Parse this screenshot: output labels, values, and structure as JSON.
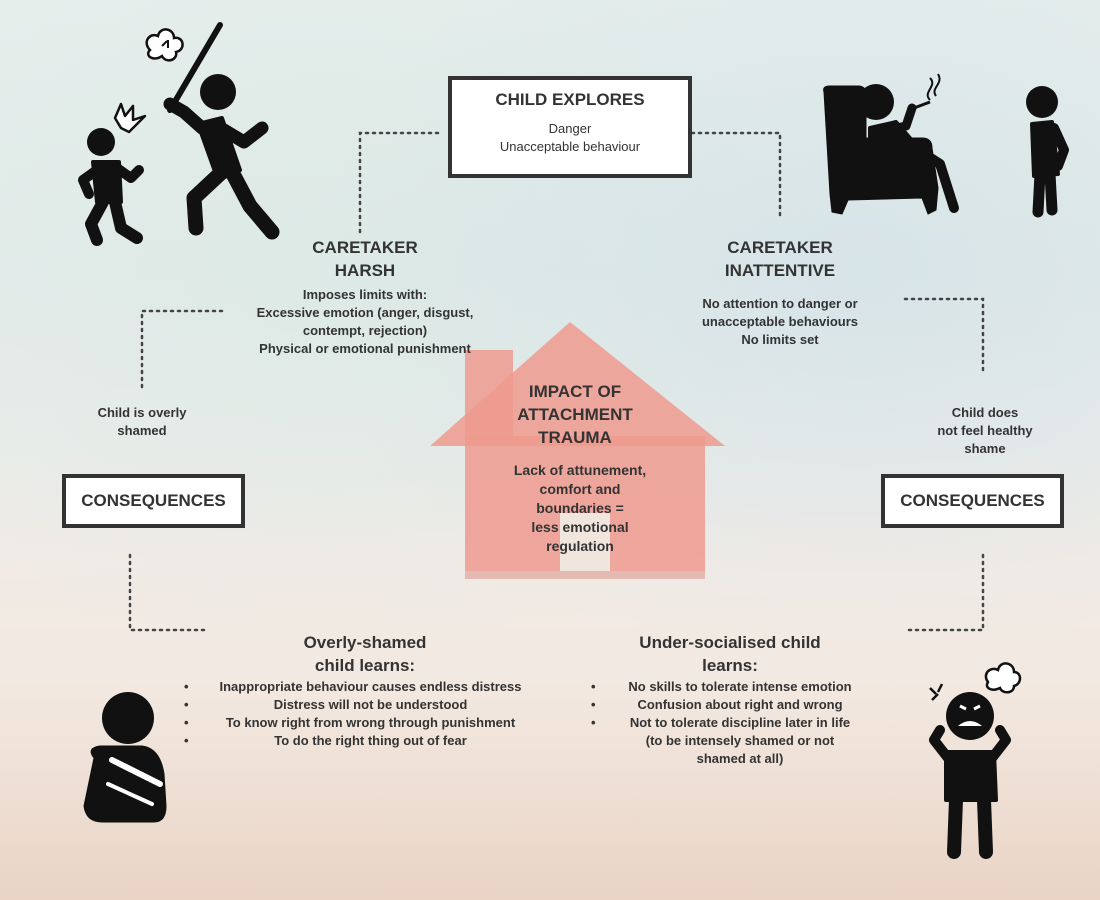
{
  "top_box": {
    "title": "CHILD EXPLORES",
    "lines": [
      "Danger",
      "Unacceptable behaviour"
    ]
  },
  "harsh": {
    "title_lines": [
      "CARETAKER",
      "HARSH"
    ],
    "desc_lines": [
      "Imposes limits with:",
      "Excessive emotion (anger, disgust,",
      "contempt, rejection)",
      "Physical or emotional punishment"
    ]
  },
  "inattentive": {
    "title_lines": [
      "CARETAKER",
      "INATTENTIVE"
    ],
    "desc_lines": [
      "No attention to danger or",
      "unacceptable behaviours",
      "No limits set"
    ]
  },
  "center": {
    "title_lines": [
      "IMPACT OF",
      "ATTACHMENT",
      "TRAUMA"
    ],
    "desc_lines": [
      "Lack of attunement,",
      "comfort and",
      "boundaries =",
      "less emotional",
      "regulation"
    ]
  },
  "left_shame": [
    "Child is overly",
    "shamed"
  ],
  "right_shame": [
    "Child does",
    "not feel healthy",
    "shame"
  ],
  "consequences_left": "CONSEQUENCES",
  "consequences_right": "CONSEQUENCES",
  "overly_shamed": {
    "title_lines": [
      "Overly-shamed",
      "child learns:"
    ],
    "items": [
      "Inappropriate behaviour causes endless distress",
      "Distress will not be understood",
      "To know right from wrong through punishment",
      "To do the right thing out of fear"
    ]
  },
  "under_socialised": {
    "title_lines": [
      "Under-socialised child",
      "learns:"
    ],
    "items": [
      "No skills to tolerate intense emotion",
      "Confusion about right and wrong",
      "Not to tolerate discipline later in life"
    ],
    "extra_lines": [
      "(to be intensely shamed or not",
      "shamed at all)"
    ]
  },
  "icons": [
    "angry-adult-with-stick-icon",
    "scared-child-icon",
    "person-in-armchair-smoking-icon",
    "standing-child-icon",
    "sitting-hugging-knees-icon",
    "frustrated-person-icon"
  ],
  "colors": {
    "text": "#333333",
    "border": "#333333",
    "house": "#ee9a8e",
    "silhouette": "#111111"
  }
}
